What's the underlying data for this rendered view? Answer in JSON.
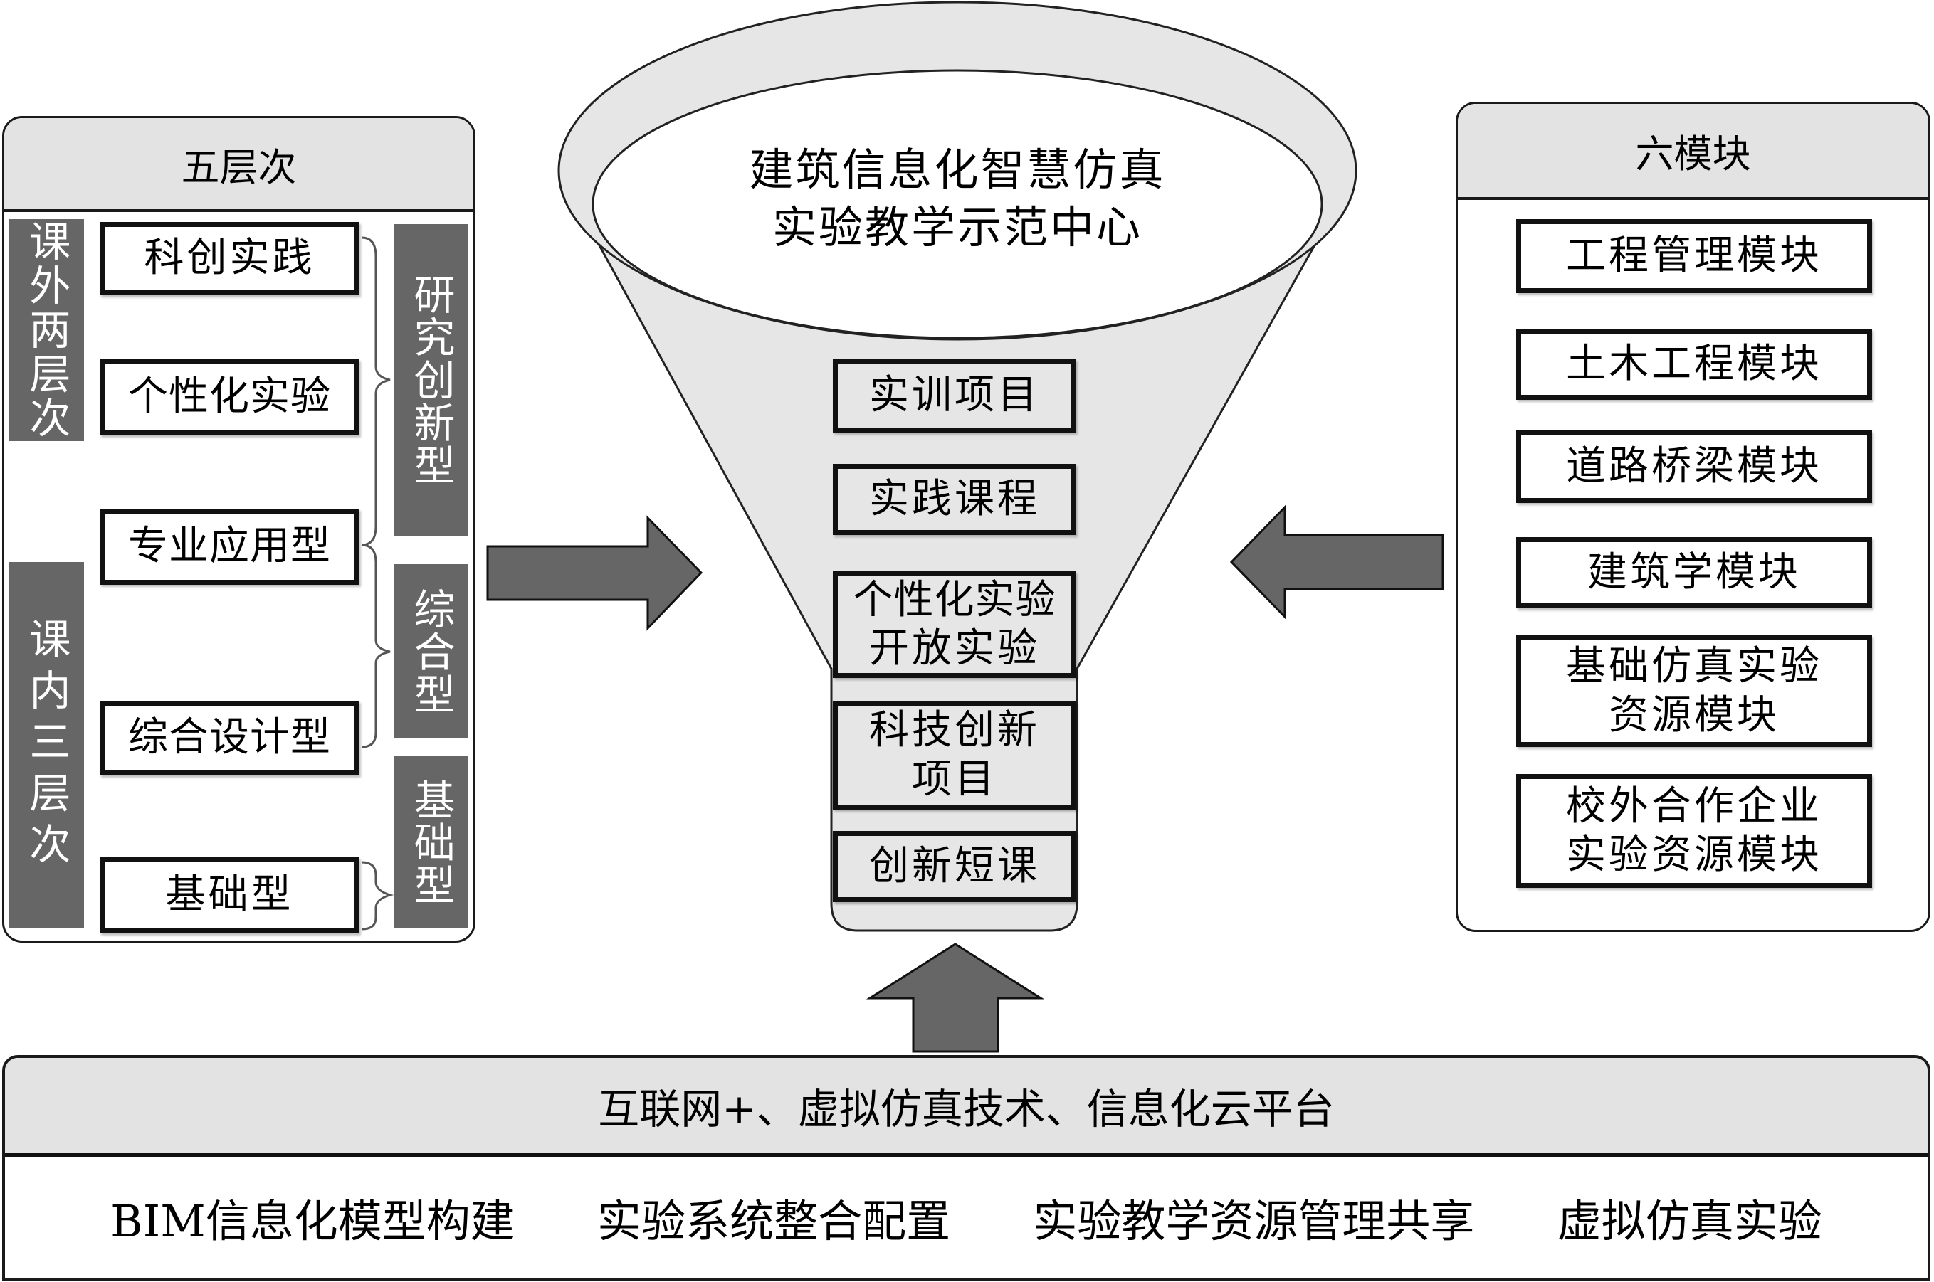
{
  "left_panel": {
    "title": "五层次",
    "outside_label": "课外两层次",
    "inside_label": "课内三层次",
    "levels": [
      "科创实践",
      "个性化实验",
      "专业应用型",
      "综合设计型",
      "基础型"
    ],
    "categories": [
      "研究创新型",
      "综合型",
      "基础型"
    ]
  },
  "center": {
    "title_line1": "建筑信息化智慧仿真",
    "title_line2": "实验教学示范中心",
    "items": [
      {
        "line1": "实训项目",
        "line2": ""
      },
      {
        "line1": "实践课程",
        "line2": ""
      },
      {
        "line1": "个性化实验",
        "line2": "开放实验"
      },
      {
        "line1": "科技创新",
        "line2": "项目"
      },
      {
        "line1": "创新短课",
        "line2": ""
      }
    ]
  },
  "right_panel": {
    "title": "六模块",
    "modules": [
      {
        "line1": "工程管理模块",
        "line2": ""
      },
      {
        "line1": "土木工程模块",
        "line2": ""
      },
      {
        "line1": "道路桥梁模块",
        "line2": ""
      },
      {
        "line1": "建筑学模块",
        "line2": ""
      },
      {
        "line1": "基础仿真实验",
        "line2": "资源模块"
      },
      {
        "line1": "校外合作企业",
        "line2": "实验资源模块"
      }
    ]
  },
  "platform": {
    "title": "互联网+、虚拟仿真技术、信息化云平台",
    "items": [
      "BIM信息化模型构建",
      "实验系统整合配置",
      "实验教学资源管理共享",
      "虚拟仿真实验"
    ]
  },
  "colors": {
    "header_fill": "#e3e3e3",
    "dark_fill": "#666666",
    "arrow_fill": "#666666",
    "funnel_fill": "#e6e6e6"
  }
}
